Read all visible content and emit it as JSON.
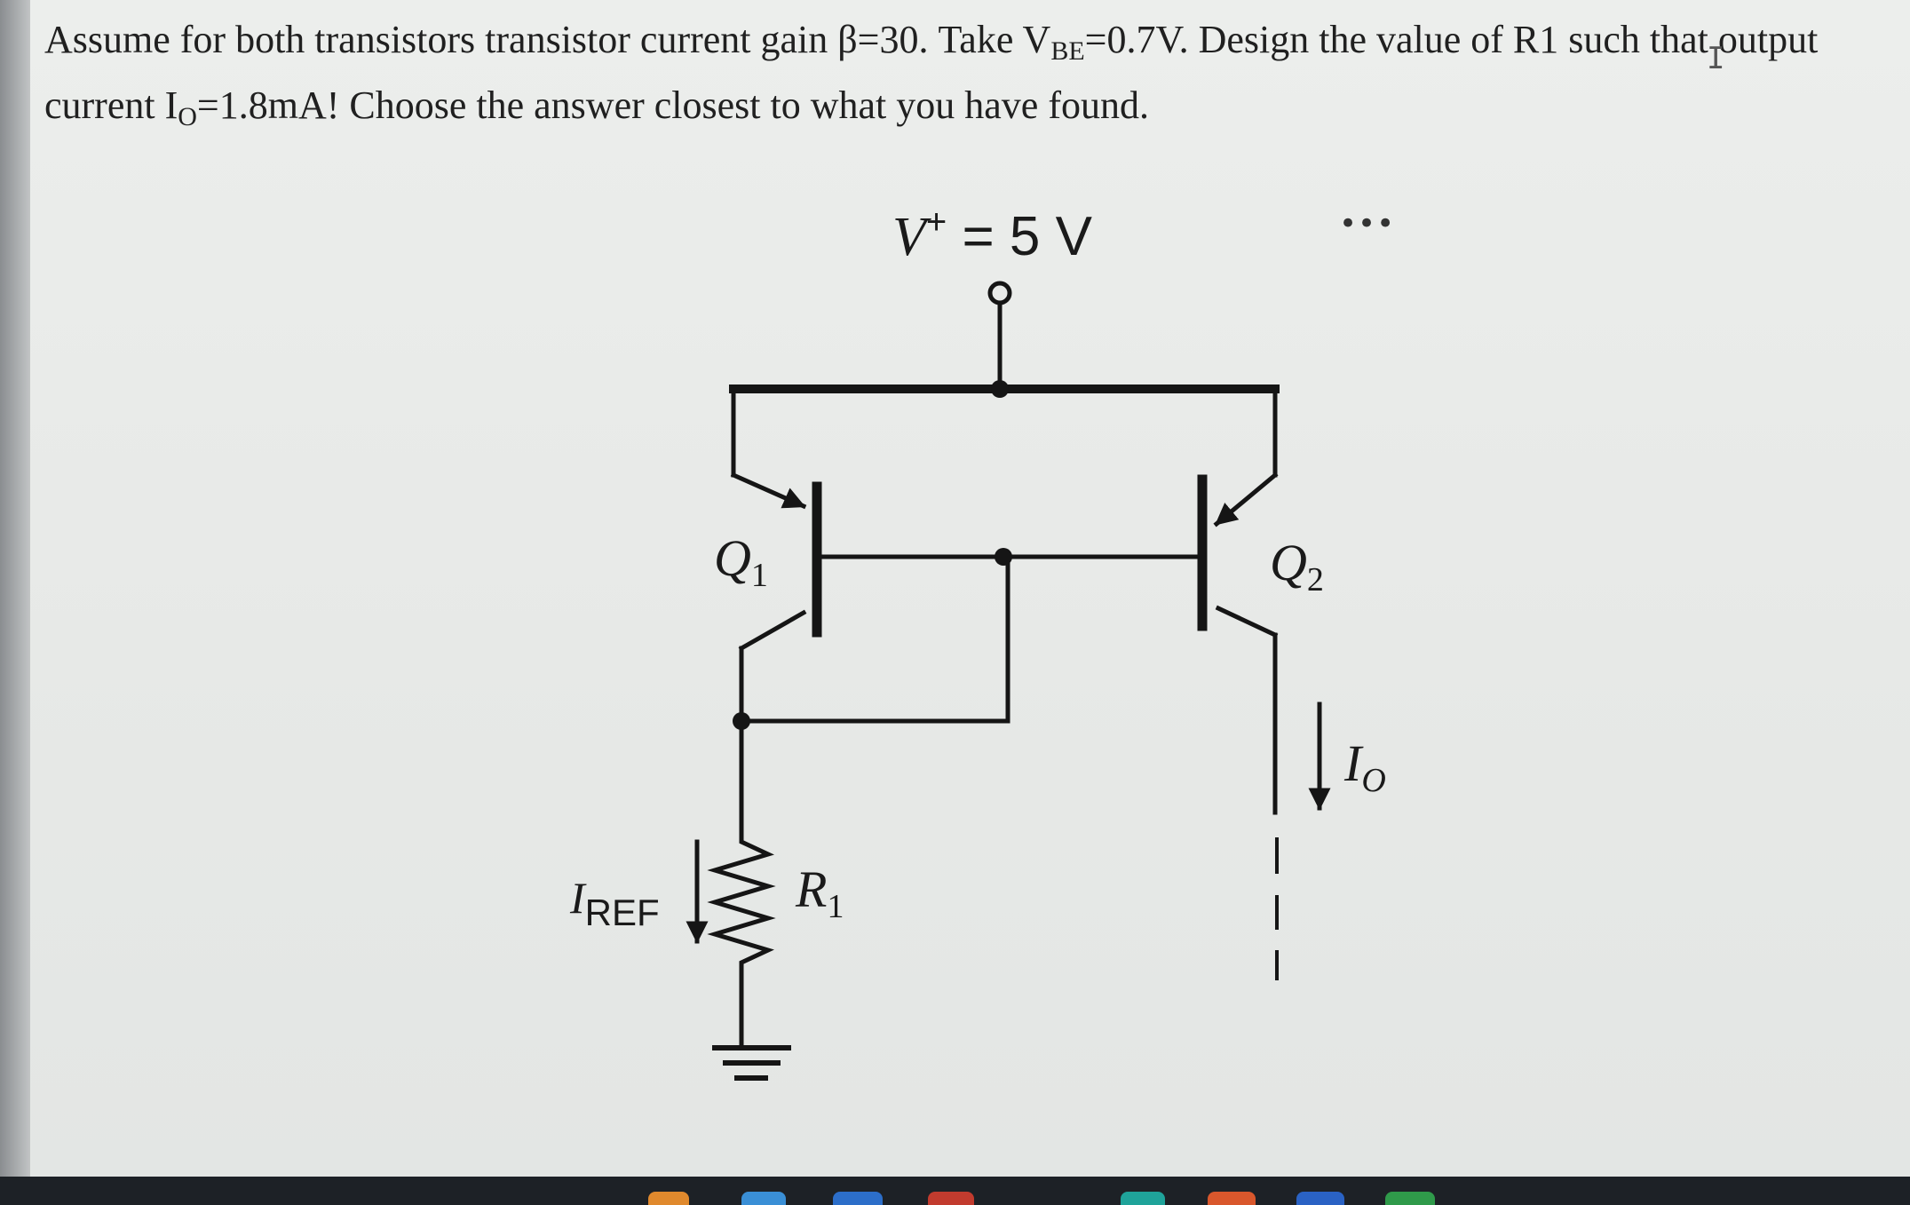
{
  "question": {
    "line1_a": "Assume for both transistors transistor current gain β=30. Take V",
    "line1_sub": "BE",
    "line1_b": "=0.7V. Design the value of R1 such that output",
    "line2_a": "current I",
    "line2_sub": "O",
    "line2_b": "=1.8mA! Choose the answer closest to what you have found."
  },
  "circuit": {
    "supply_symbol": "V",
    "supply_sup": "+",
    "supply_value": " = 5 V",
    "q1_symbol": "Q",
    "q1_sub": "1",
    "q2_symbol": "Q",
    "q2_sub": "2",
    "io_symbol": "I",
    "io_sub": "O",
    "iref_symbol": "I",
    "iref_sub": "REF",
    "r1_symbol": "R",
    "r1_sub": "1"
  },
  "ui": {
    "more_menu": "•••",
    "cursor_glyph": "I"
  },
  "colors": {
    "wire": "#151515",
    "screen": "#e8eae8",
    "taskbar": "#1d2126"
  }
}
